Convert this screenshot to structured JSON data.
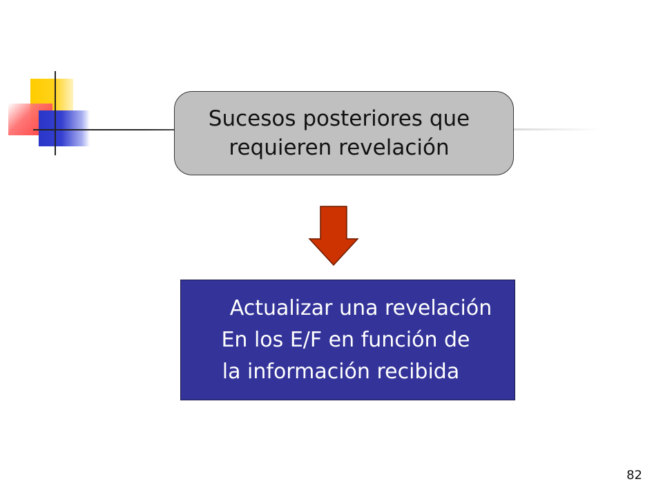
{
  "slide": {
    "top_box": {
      "lines": [
        "Sucesos posteriores que",
        "requieren revelación"
      ],
      "fill_color": "#c0c0c0"
    },
    "arrow": {
      "icon": "down-arrow-icon",
      "fill_color": "#cc3300"
    },
    "bottom_box": {
      "lines": [
        "Actualizar una revelación",
        "En los E/F en función de",
        "la información recibida"
      ],
      "fill_color": "#333399"
    },
    "page_number": "82"
  }
}
